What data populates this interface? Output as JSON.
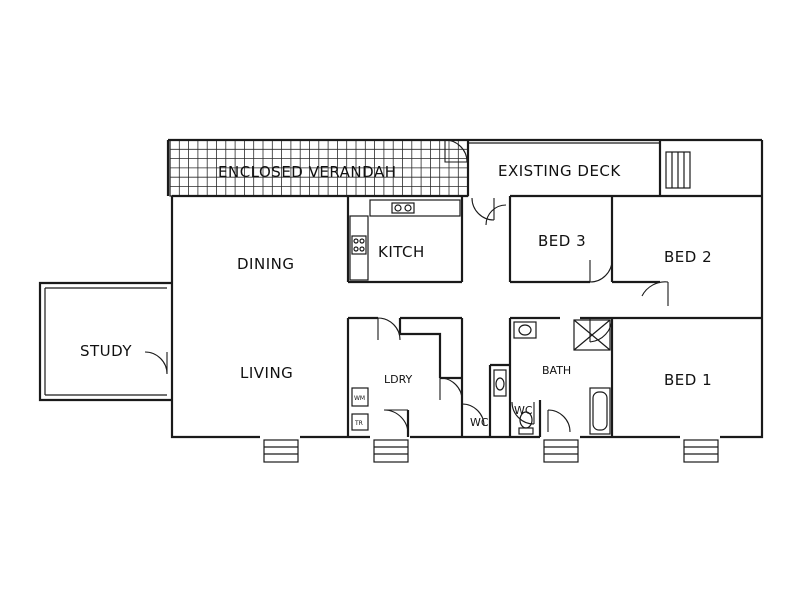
{
  "rooms": {
    "enclosed_verandah": "ENCLOSED VERANDAH",
    "existing_deck": "EXISTING DECK",
    "dining": "DINING",
    "kitch": "KITCH",
    "bed3": "BED 3",
    "bed2": "BED 2",
    "study": "STUDY",
    "living": "LIVING",
    "ldry": "LDRY",
    "bath": "BATH",
    "bed1": "BED 1",
    "wc1": "WC",
    "wc2": "WC"
  },
  "fixtures": {
    "laundry_appliance_1": "WM",
    "laundry_appliance_2": "TR"
  }
}
